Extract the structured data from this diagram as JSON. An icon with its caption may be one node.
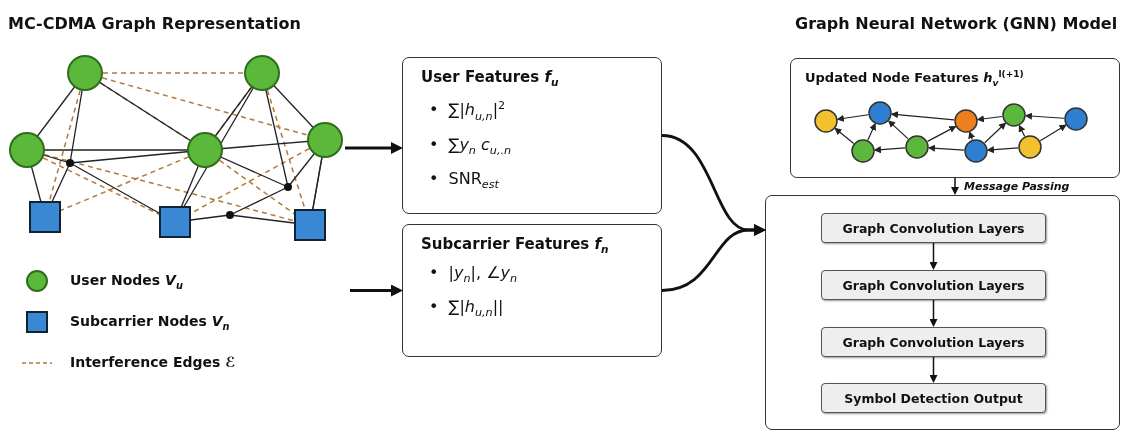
{
  "diagram": {
    "nodes": [
      {
        "text": [],
        "shape": "picture"
      },
      {
        "text": [
          "User Features *f*$_{u}$",
          "•  ∑|*h*$_{u,n}$|$^{2}$",
          "•  ∑*y*$_{n}$ *c*$_{u,.n}$",
          "•  SNR$_{est}$"
        ]
      },
      {
        "text": [
          "Subcarrier Features *f*$_{n}$",
          "•  |*y*$_{n}$|, ∠*y*$_{n}$",
          "•  ∑|*h*$_{u,n}$||"
        ]
      },
      {
        "text": [
          "Updated Node Features *h*$_{v}$$^{l(+1)}$"
        ]
      },
      {
        "text": [],
        "shape": "box"
      },
      {
        "text": [
          "Graph Convolution Layers"
        ],
        "in": 4
      },
      {
        "text": [
          "Graph Convolution Layers"
        ],
        "in": 4
      },
      {
        "text": [
          "Graph Convolution Layers"
        ],
        "in": 4
      },
      {
        "text": [
          "Symbol Detection Output"
        ],
        "in": 4
      }
    ],
    "edges": [
      {
        "from": 0,
        "to": 1,
        "arrow": "to"
      },
      {
        "from": null,
        "to": 2,
        "arrow": "to"
      },
      {
        "from": 1,
        "to": 4,
        "arrow": "to"
      },
      {
        "from": 2,
        "to": 4,
        "arrow": "to"
      },
      {
        "from": 3,
        "to": 4,
        "arrow": "to",
        "label": "Message Passing"
      },
      {
        "from": 5,
        "to": 6,
        "arrow": "to"
      },
      {
        "from": 6,
        "to": 7,
        "arrow": "to"
      },
      {
        "from": 7,
        "to": 8,
        "arrow": "to"
      }
    ],
    "labels": [
      "MC-CDMA Graph Representation",
      "Graph Neural Network (GNN) Model"
    ],
    "legend": [
      {
        "text": "User Nodes *V*$_{u}$"
      },
      {
        "text": "Subcarrier Nodes *V*$_{n}$"
      },
      {
        "text": "Interference Edges *ℰ*"
      }
    ]
  }
}
